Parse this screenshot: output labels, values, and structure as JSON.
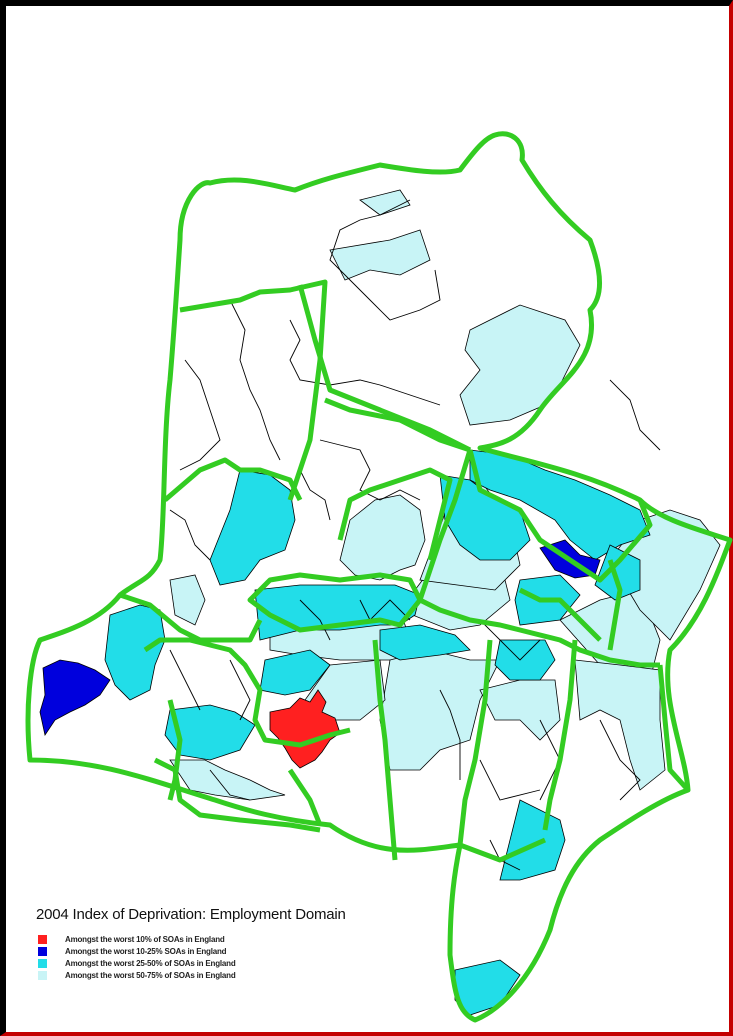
{
  "legend": {
    "title": "2004 Index of Deprivation: Employment Domain",
    "items": [
      {
        "label": "Amongst the worst 10% of SOAs in England",
        "color": "#ff2020"
      },
      {
        "label": "Amongst the worst 10-25% SOAs in England",
        "color": "#0000dd"
      },
      {
        "label": "Amongst the worst 25-50% of SOAs in England",
        "color": "#22dde8"
      },
      {
        "label": "Amongst the worst 50-75% of SOAs in England",
        "color": "#c8f4f6"
      }
    ]
  },
  "map": {
    "boundary_color": "#33cc22",
    "area_color": "#ffffff"
  }
}
